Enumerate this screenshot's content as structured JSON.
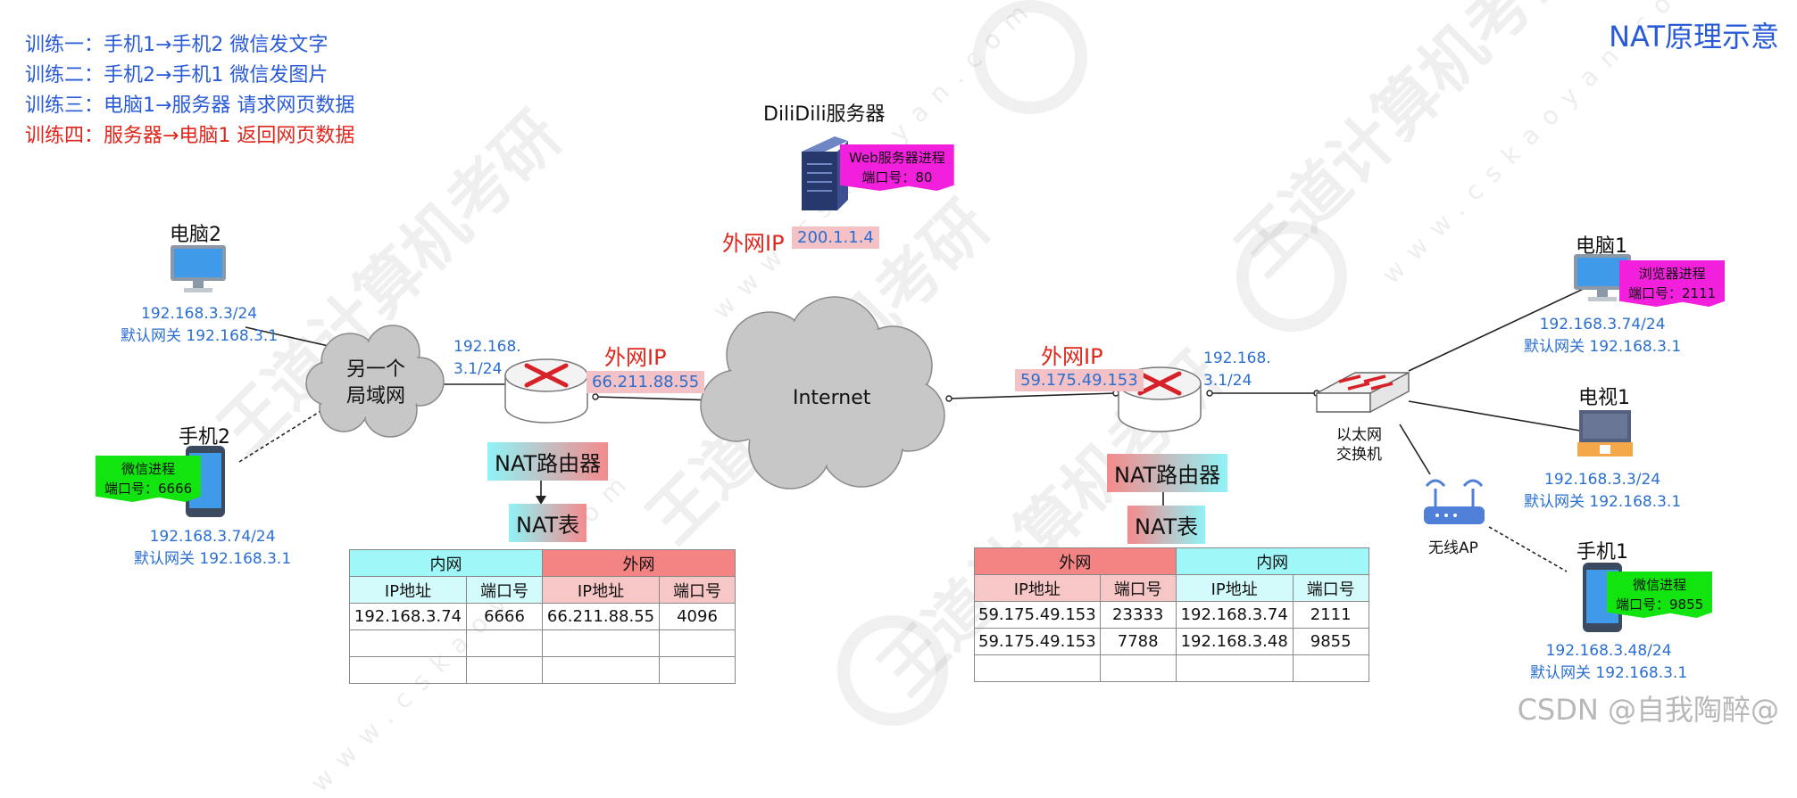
{
  "title": "NAT原理示意",
  "exercises": [
    {
      "text": "训练一：手机1→手机2 微信发文字",
      "color": "#2a5bd7"
    },
    {
      "text": "训练二：手机2→手机1 微信发图片",
      "color": "#2a5bd7"
    },
    {
      "text": "训练三：电脑1→服务器 请求网页数据",
      "color": "#2a5bd7"
    },
    {
      "text": "训练四：服务器→电脑1 返回网页数据",
      "color": "#e0251b"
    }
  ],
  "server": {
    "name": "DiliDili服务器",
    "process": "Web服务器进程",
    "port": "端口号：80",
    "ip_label": "外网IP",
    "ip": "200.1.1.4"
  },
  "internet": "Internet",
  "left_lan": {
    "cloud_line1": "另一个",
    "cloud_line2": "局域网",
    "pc2": {
      "name": "电脑2",
      "ip": "192.168.3.3/24",
      "gateway": "默认网关 192.168.3.1"
    },
    "phone2": {
      "name": "手机2",
      "process": "微信进程",
      "port": "端口号：6666",
      "ip": "192.168.3.74/24",
      "gateway": "默认网关 192.168.3.1"
    },
    "router": {
      "lan_ip_line1": "192.168.",
      "lan_ip_line2": "3.1/24",
      "wan_label": "外网IP",
      "wan_ip": "66.211.88.55",
      "name": "NAT路由器",
      "table_name": "NAT表"
    }
  },
  "right_lan": {
    "router": {
      "lan_ip_line1": "192.168.",
      "lan_ip_line2": "3.1/24",
      "wan_label": "外网IP",
      "wan_ip": "59.175.49.153",
      "name": "NAT路由器",
      "table_name": "NAT表"
    },
    "switch": {
      "line1": "以太网",
      "line2": "交换机"
    },
    "ap": "无线AP",
    "pc1": {
      "name": "电脑1",
      "process": "浏览器进程",
      "port": "端口号：2111",
      "ip": "192.168.3.74/24",
      "gateway": "默认网关 192.168.3.1"
    },
    "tv1": {
      "name": "电视1",
      "ip": "192.168.3.3/24",
      "gateway": "默认网关 192.168.3.1"
    },
    "phone1": {
      "name": "手机1",
      "process": "微信进程",
      "port": "端口号：9855",
      "ip": "192.168.3.48/24",
      "gateway": "默认网关 192.168.3.1"
    }
  },
  "nat_table_left": {
    "groups": [
      "内网",
      "外网"
    ],
    "columns": [
      "IP地址",
      "端口号",
      "IP地址",
      "端口号"
    ],
    "rows": [
      [
        "192.168.3.74",
        "6666",
        "66.211.88.55",
        "4096"
      ],
      [
        "",
        "",
        "",
        ""
      ],
      [
        "",
        "",
        "",
        ""
      ]
    ]
  },
  "nat_table_right": {
    "groups": [
      "外网",
      "内网"
    ],
    "columns": [
      "IP地址",
      "端口号",
      "IP地址",
      "端口号"
    ],
    "rows": [
      [
        "59.175.49.153",
        "23333",
        "192.168.3.74",
        "2111"
      ],
      [
        "59.175.49.153",
        "7788",
        "192.168.3.48",
        "9855"
      ],
      [
        "",
        "",
        "",
        ""
      ]
    ]
  },
  "watermarks": {
    "brand": "王道计算机考研",
    "url": "www.cskaoyan.com"
  },
  "footer": "CSDN @自我陶醉@"
}
